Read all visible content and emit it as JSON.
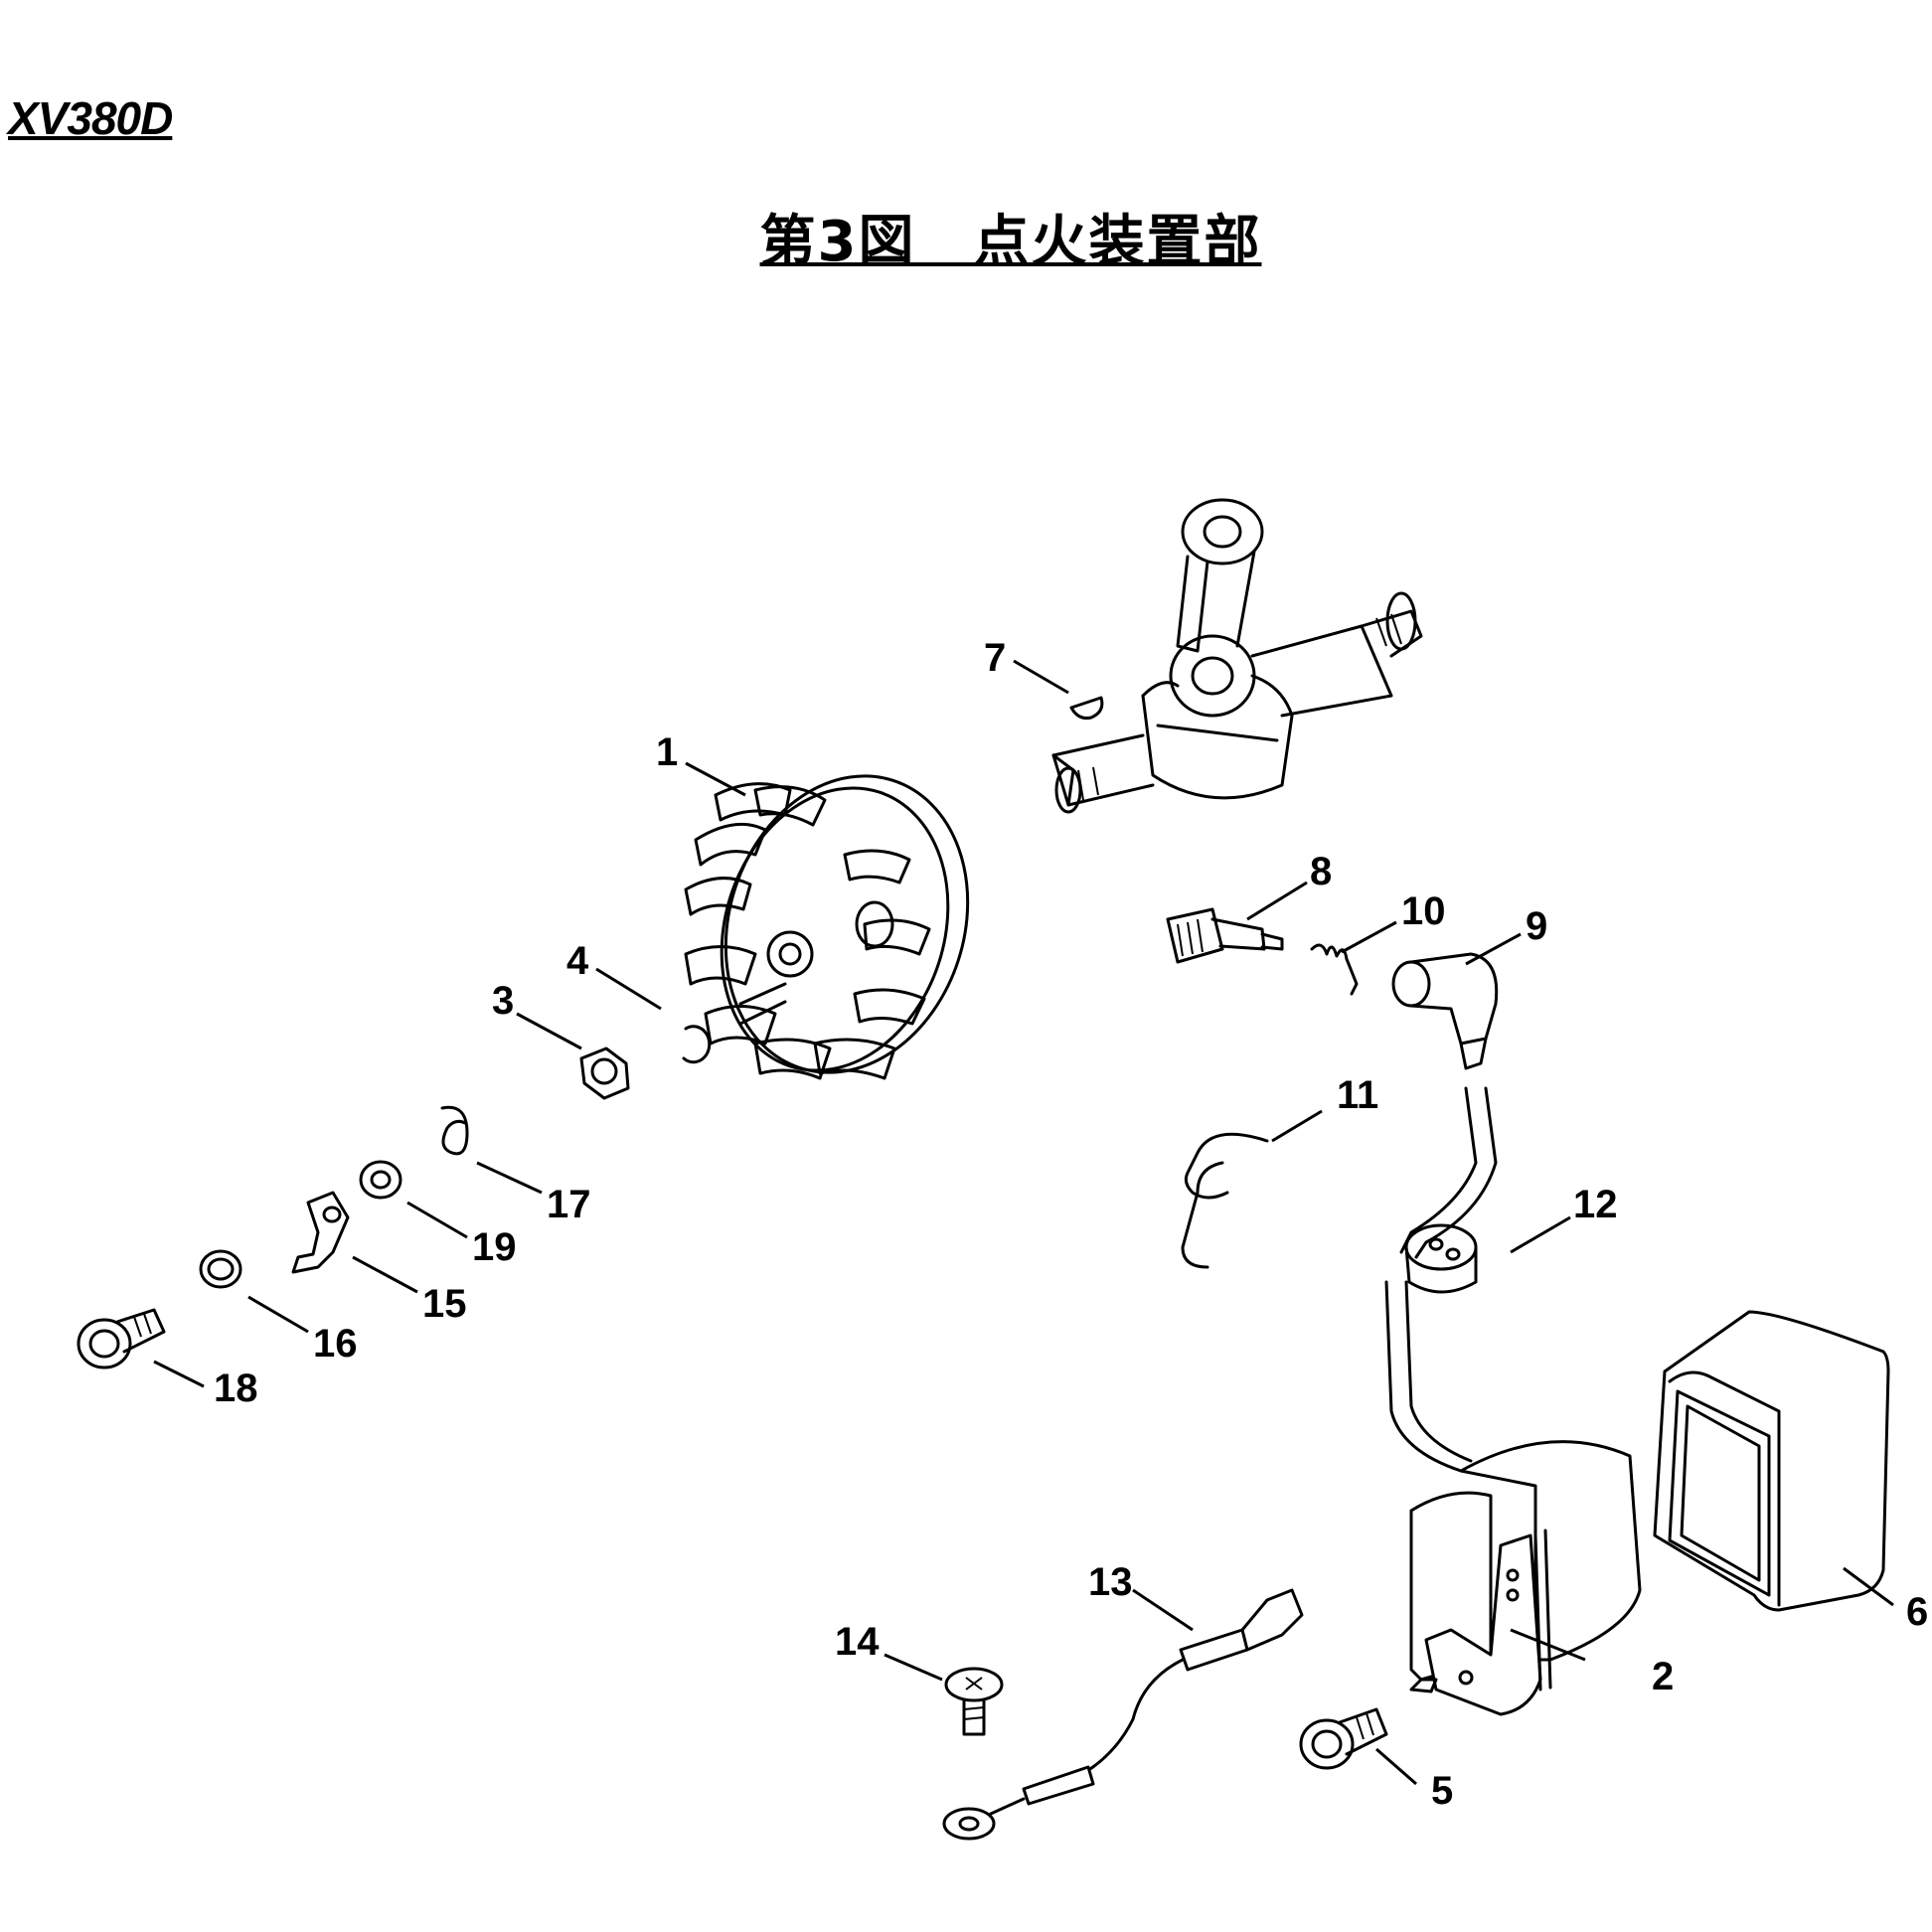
{
  "header": {
    "model": "XV380D",
    "title": "第3図　点火装置部"
  },
  "callouts": [
    {
      "id": "1",
      "text": "1"
    },
    {
      "id": "2",
      "text": "2"
    },
    {
      "id": "3",
      "text": "3"
    },
    {
      "id": "4",
      "text": "4"
    },
    {
      "id": "5",
      "text": "5"
    },
    {
      "id": "6",
      "text": "6"
    },
    {
      "id": "7",
      "text": "7"
    },
    {
      "id": "8",
      "text": "8"
    },
    {
      "id": "9",
      "text": "9"
    },
    {
      "id": "10",
      "text": "10"
    },
    {
      "id": "11",
      "text": "11"
    },
    {
      "id": "12",
      "text": "12"
    },
    {
      "id": "13",
      "text": "13"
    },
    {
      "id": "14",
      "text": "14"
    },
    {
      "id": "15",
      "text": "15"
    },
    {
      "id": "16",
      "text": "16"
    },
    {
      "id": "17",
      "text": "17"
    },
    {
      "id": "18",
      "text": "18"
    },
    {
      "id": "19",
      "text": "19"
    }
  ]
}
